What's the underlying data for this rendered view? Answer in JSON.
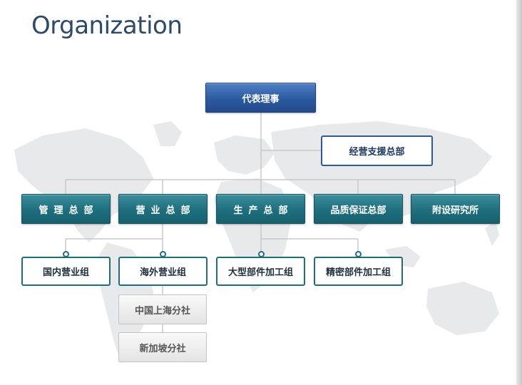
{
  "title": "Organization",
  "colors": {
    "title": "#2c4a6b",
    "ceo_box": "#2c5aa0",
    "division_box": "#1e6e7e",
    "branch_box": "#e9e9e9",
    "connector": "#c4c4c4"
  },
  "ceo": {
    "label": "代表理事"
  },
  "support": {
    "label": "经营支援总部"
  },
  "divisions": [
    {
      "label": "管理总部"
    },
    {
      "label": "营业总部"
    },
    {
      "label": "生产总部"
    },
    {
      "label": "品质保证总部"
    },
    {
      "label": "附设研究所"
    }
  ],
  "teams": [
    {
      "label": "国内营业组"
    },
    {
      "label": "海外营业组"
    },
    {
      "label": "大型部件加工组"
    },
    {
      "label": "精密部件加工组"
    }
  ],
  "branches": [
    {
      "label": "中国上海分社"
    },
    {
      "label": "新加坡分社"
    }
  ]
}
